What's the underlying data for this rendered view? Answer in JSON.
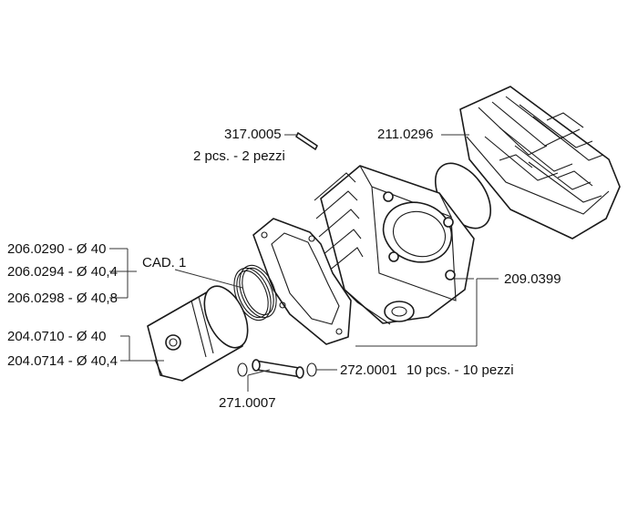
{
  "parts": {
    "pin_317": {
      "code": "317.0005",
      "qty": "2 pcs. - 2 pezzi"
    },
    "head_211": {
      "code": "211.0296"
    },
    "rings_206": [
      {
        "code": "206.0290 - Ø 40"
      },
      {
        "code": "206.0294 - Ø 40,4"
      },
      {
        "code": "206.0298 - Ø 40,8"
      }
    ],
    "rings_cad": "CAD. 1",
    "cylinder_209": {
      "code": "209.0399"
    },
    "pistons_204": [
      {
        "code": "204.0710 - Ø 40"
      },
      {
        "code": "204.0714 - Ø 40,4"
      }
    ],
    "clip_272": {
      "code": "272.0001",
      "qty": "10 pcs. - 10 pezzi"
    },
    "wristpin_271": {
      "code": "271.0007"
    }
  },
  "icons": {
    "head": "cylinder-head-icon",
    "gasket": "head-gasket-icon",
    "cylinder": "cylinder-icon",
    "base_gasket": "base-gasket-icon",
    "rings": "piston-rings-icon",
    "piston": "piston-icon",
    "wrist_pin": "wrist-pin-icon",
    "clips": "circlip-icon",
    "dowel_pin": "dowel-pin-icon"
  }
}
